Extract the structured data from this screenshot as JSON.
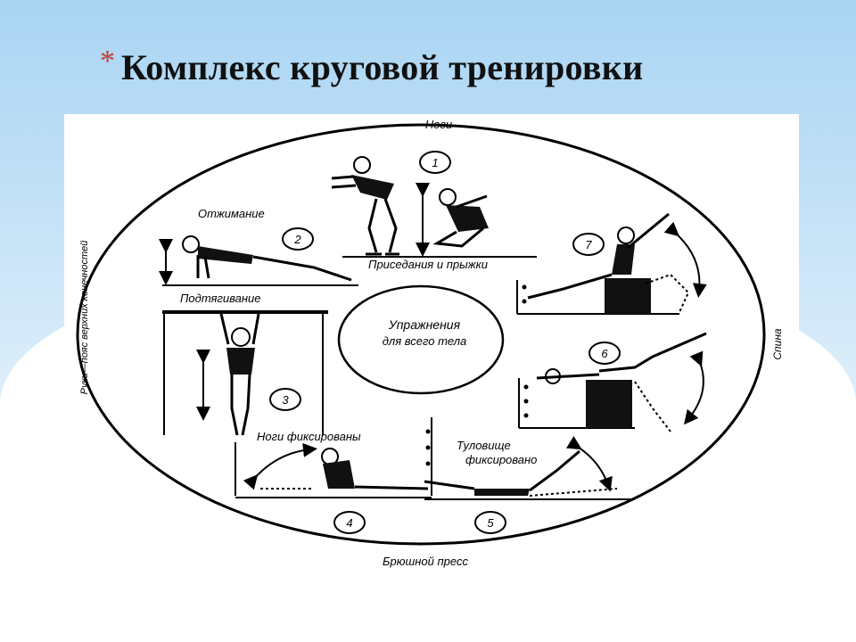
{
  "title": "Комплекс круговой тренировки",
  "diagram": {
    "top_label": "Ноги",
    "bottom_label": "Брюшной пресс",
    "left_label": "Руки—пояс верхних конечностей",
    "right_label": "Спина",
    "center_line1": "Упражнения",
    "center_line2": "для всего тела",
    "stations": [
      {
        "number": "1",
        "label": "Приседания и прыжки"
      },
      {
        "number": "2",
        "label": "Отжимание"
      },
      {
        "number": "3",
        "label": "Подтягивание"
      },
      {
        "number": "4",
        "label": "Ноги фиксированы"
      },
      {
        "number": "5",
        "label_line1": "Туловище",
        "label_line2": "фиксировано"
      },
      {
        "number": "6",
        "label": ""
      },
      {
        "number": "7",
        "label": ""
      }
    ]
  }
}
